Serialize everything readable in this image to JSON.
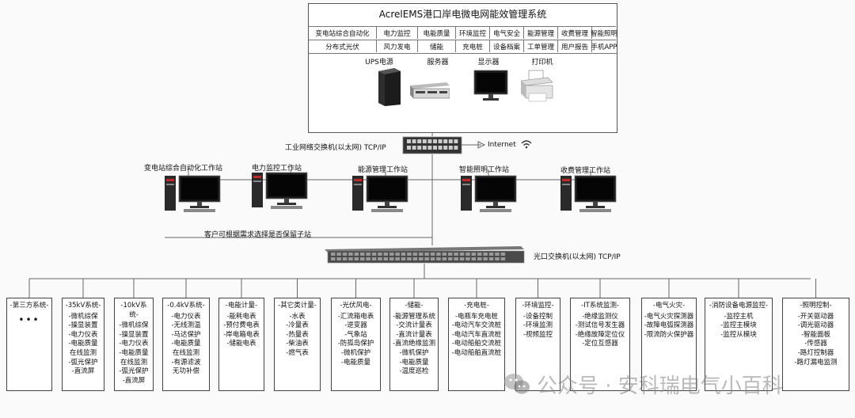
{
  "system": {
    "title": "AcrelEMS港口岸电微电网能效管理系统",
    "modules_row1": [
      "变电站综合自动化",
      "电力监控",
      "电能质量",
      "环境监控",
      "电气安全",
      "能源管理",
      "收费管理",
      "智能照明"
    ],
    "modules_row2": [
      "分布式光伏",
      "风力发电",
      "储能",
      "充电桩",
      "设备档案",
      "工单管理",
      "用户报告",
      "手机APP"
    ]
  },
  "devices": [
    {
      "label": "UPS电源",
      "icon": "ups-icon"
    },
    {
      "label": "服务器",
      "icon": "server-icon"
    },
    {
      "label": "显示器",
      "icon": "monitor-icon"
    },
    {
      "label": "打印机",
      "icon": "printer-icon"
    }
  ],
  "industrial_switch": {
    "label": "工业网络交换机(以太网) TCP/IP",
    "internet_label": "Internet"
  },
  "workstations": [
    {
      "label": "变电站综合自动化工作站"
    },
    {
      "label": "电力监控工作站"
    },
    {
      "label": "能源管理工作站"
    },
    {
      "label": "智能照明工作站"
    },
    {
      "label": "收费管理工作站"
    }
  ],
  "substation_note": "客户可根据需求选择是否保留子站",
  "optical_switch": {
    "label": "光口交换机(以太网) TCP/IP"
  },
  "subsystems": [
    {
      "title": "-第三方系统-",
      "items": [
        "•••"
      ]
    },
    {
      "title": "-35kV系统-",
      "items": [
        "-微机综保",
        "-操显装置",
        "-电力仪表",
        "-电能质量",
        "在线监测",
        "-弧光保护",
        "-直流屏"
      ]
    },
    {
      "title": "-10kV系统-",
      "items": [
        "-微机综保",
        "-操显装置",
        "-电力仪表",
        "-电能质量",
        "在线监测",
        "-弧光保护",
        "-直流屏"
      ]
    },
    {
      "title": "-0.4kV系统-",
      "items": [
        "-电力仪表",
        "-无线测温",
        "-马达保护",
        "-电能质量",
        "在线监测",
        "-有源滤波",
        "无功补偿"
      ]
    },
    {
      "title": "-电能计量-",
      "items": [
        "-能耗电表",
        "-预付费电表",
        "-岸电箱电表",
        "-储能电表"
      ]
    },
    {
      "title": "-其它类计量-",
      "items": [
        "-水表",
        "-冷量表",
        "-热量表",
        "-柴油表",
        "-燃气表"
      ]
    },
    {
      "title": "-光伏风电-",
      "items": [
        "-汇流箱电表",
        "-逆变器",
        "-气象站",
        "-防孤岛保护",
        "-微机保护",
        "-电能质量"
      ]
    },
    {
      "title": "-储能-",
      "items": [
        "-能源管理系统",
        "-交流计量表",
        "-直流计量表",
        "-直流绝缘监测",
        "-微机保护",
        "-电能质量",
        "-温度巡检"
      ]
    },
    {
      "title": "-充电桩-",
      "items": [
        "-电瓶车充电桩",
        "-电动汽车交流桩",
        "-电动汽车直流桩",
        "-电动船舶交流桩",
        "-电动船舶直流桩"
      ]
    },
    {
      "title": "-环境监控-",
      "items": [
        "-设备控制",
        "-环境监测",
        "-视频监控"
      ]
    },
    {
      "title": "-IT系统监测-",
      "items": [
        "-绝缘监测仪",
        "-测试信号发生器",
        "-绝缘故障定位仪",
        "-定位互感器"
      ]
    },
    {
      "title": "-电气火灾-",
      "items": [
        "-电气火灾探测器",
        "-故障电弧探测器",
        "-限流防火保护器"
      ]
    },
    {
      "title": "-消防设备电源监控-",
      "items": [
        "-监控主机",
        "-监控主模块",
        "-监控从模块"
      ]
    },
    {
      "title": "-照明控制-",
      "items": [
        "-开关驱动器",
        "-调光驱动器",
        "-智能面板",
        "-传感器",
        "-路灯控制器",
        "-路灯漏电监测"
      ]
    }
  ],
  "watermark": "公众号 · 安科瑞电气小百科",
  "colors": {
    "line": "#555555",
    "screen": "#1a1a1a",
    "tower": "#2a2a2a",
    "accent_red": "#c0282a"
  }
}
